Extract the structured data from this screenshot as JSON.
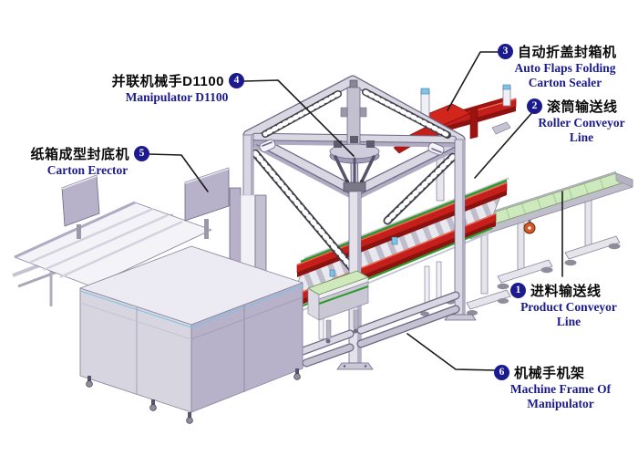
{
  "colors": {
    "label_navy": "#1b1b8e",
    "chinese_text": "#0a0a0a",
    "machine_red": "#c41f1a",
    "machine_red_dark": "#8c1210",
    "belt_green": "#cde9bd",
    "stripe_green": "#2b9b2b",
    "frame_gray": "#d9d8e2",
    "frame_shadow": "#b0aac3",
    "panel_lavender": "#b7b1c9",
    "accent_cyan": "#7cc4e8",
    "callout_line": "#1a1a1a"
  },
  "callouts": [
    {
      "num": "1",
      "zh": "进料输送线",
      "en1": "Product Conveyor",
      "en2": "Line"
    },
    {
      "num": "2",
      "zh": "滚筒输送线",
      "en1": "Roller Conveyor",
      "en2": "Line"
    },
    {
      "num": "3",
      "zh": "自动折盖封箱机",
      "en1": "Auto Flaps Folding",
      "en2": "Carton Sealer"
    },
    {
      "num": "4",
      "zh": "并联机械手D1100",
      "en1": "Manipulator D1100"
    },
    {
      "num": "5",
      "zh": "纸箱成型封底机",
      "en1": "Carton Erector"
    },
    {
      "num": "6",
      "zh": "机械手机架",
      "en1": "Machine Frame Of",
      "en2": "Manipulator"
    }
  ]
}
